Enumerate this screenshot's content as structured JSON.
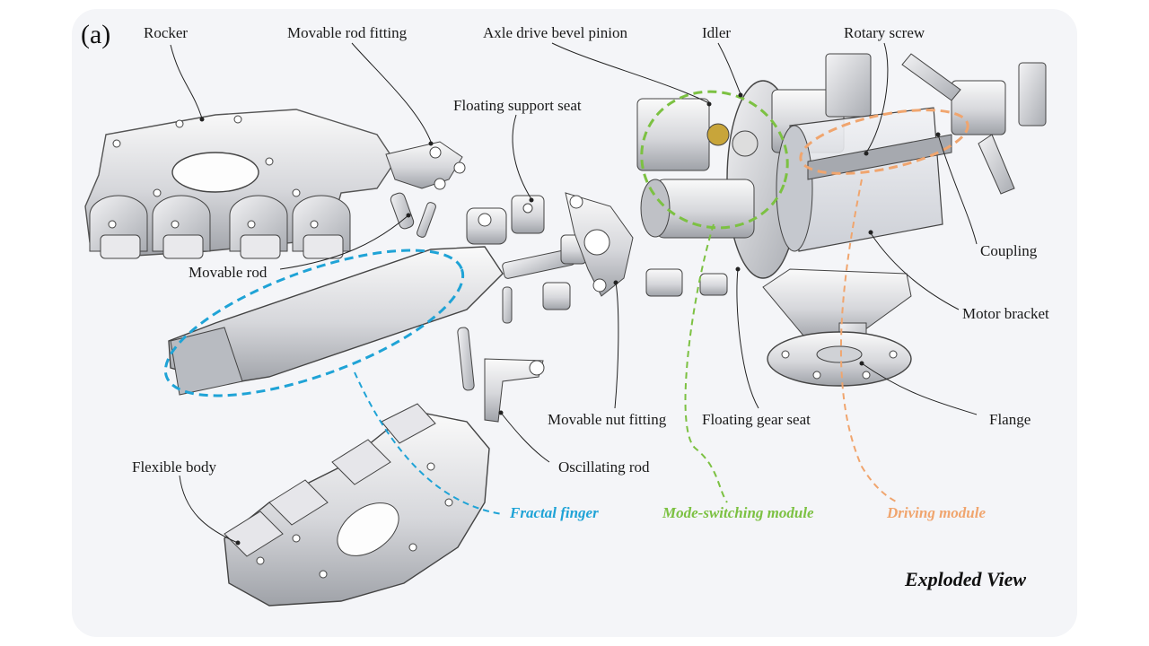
{
  "panel_label": "(a)",
  "view_title": "Exploded View",
  "labels": {
    "rocker": "Rocker",
    "movable_rod_fitting": "Movable rod fitting",
    "axle_drive_bevel_pinion": "Axle drive bevel pinion",
    "idler": "Idler",
    "rotary_screw": "Rotary screw",
    "floating_support_seat": "Floating support seat",
    "movable_rod": "Movable rod",
    "coupling": "Coupling",
    "motor_bracket": "Motor bracket",
    "movable_nut_fitting": "Movable nut fitting",
    "floating_gear_seat": "Floating gear seat",
    "flange": "Flange",
    "flexible_body": "Flexible body",
    "oscillating_rod": "Oscillating rod"
  },
  "modules": {
    "fractal_finger": {
      "label": "Fractal finger",
      "color": "#1fa3d6"
    },
    "mode_switching": {
      "label": "Mode-switching module",
      "color": "#7cc142"
    },
    "driving": {
      "label": "Driving module",
      "color": "#f0a56e"
    }
  }
}
